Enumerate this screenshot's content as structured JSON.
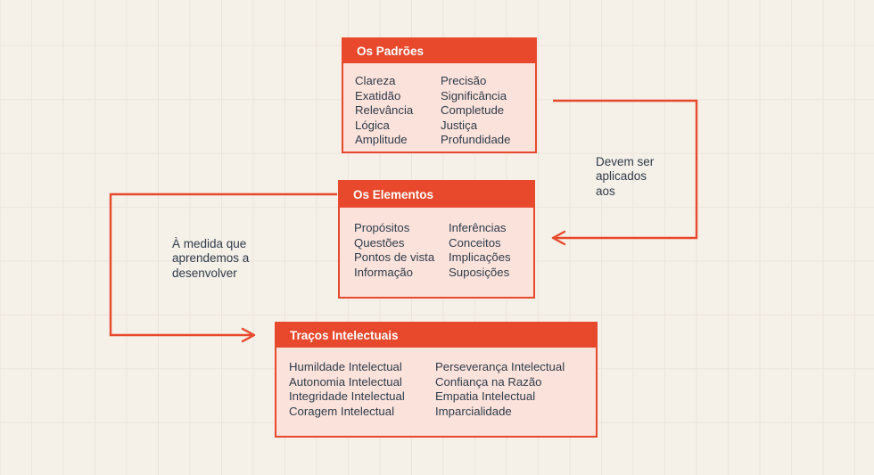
{
  "colors": {
    "red": "#E8482B",
    "pink": "#FBE2DB",
    "bg": "#F5F0E8",
    "grid": "#EBE5DC",
    "text": "#2F3B49",
    "header_text": "#FFFFFF"
  },
  "boxes": {
    "standards": {
      "title": "Os Padrões",
      "col1": [
        "Clareza",
        "Exatidão",
        "Relevância",
        "Lógica",
        "Amplitude"
      ],
      "col2": [
        "Precisão",
        "Significância",
        "Completude",
        "Justiça",
        "Profundidade"
      ]
    },
    "elements": {
      "title": "Os Elementos",
      "col1": [
        "Propósitos",
        "Questões",
        "Pontos de vista",
        "Informação"
      ],
      "col2": [
        "Inferências",
        "Conceitos",
        "Implicações",
        "Suposições"
      ]
    },
    "traits": {
      "title": "Traços Intelectuais",
      "col1": [
        "Humildade Intelectual",
        "Autonomia Intelectual",
        "Integridade Intelectual",
        "Coragem Intelectual"
      ],
      "col2": [
        "Perseverança Intelectual",
        "Confiança na Razão",
        "Empatia Intelectual",
        "Imparcialidade"
      ]
    }
  },
  "connectors": {
    "apply": {
      "lines": [
        "Devem ser",
        "aplicados",
        "aos"
      ]
    },
    "develop": {
      "lines": [
        "À medida que",
        "aprendemos a",
        "desenvolver"
      ]
    }
  }
}
